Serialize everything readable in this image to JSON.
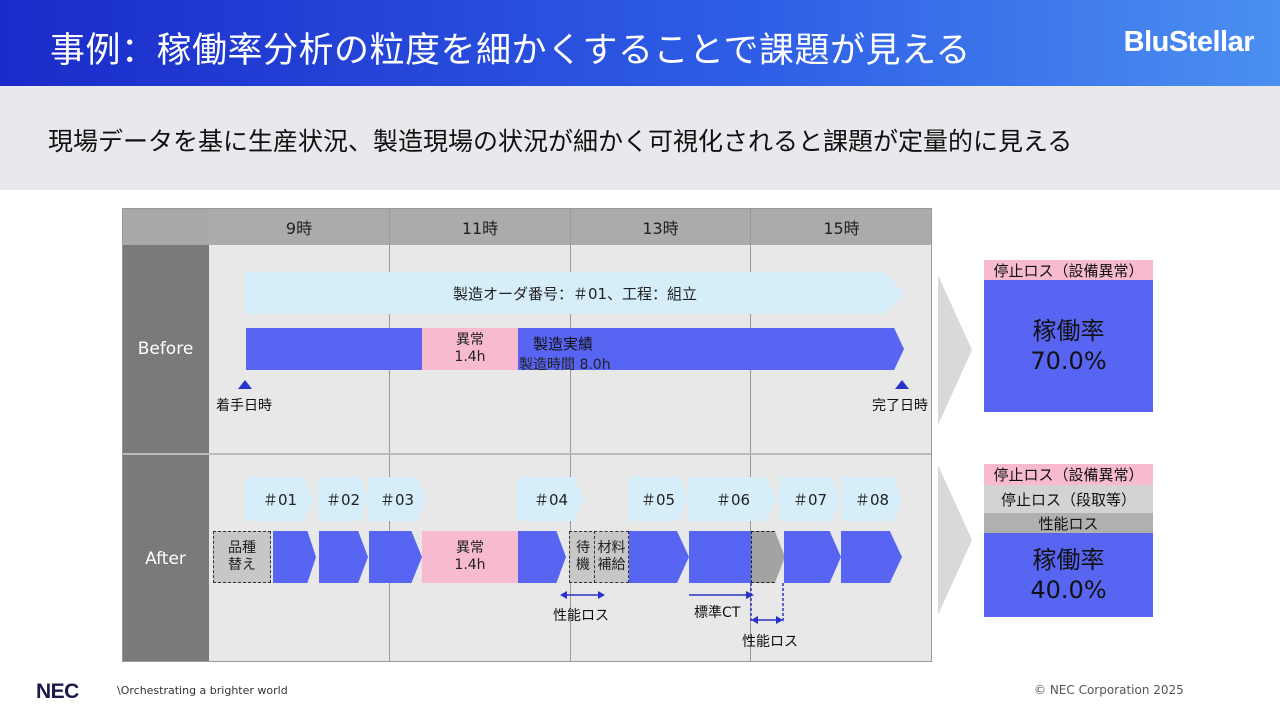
{
  "header": {
    "title": "事例：稼働率分析の粒度を細かくすることで課題が見える",
    "brand": "BluStellar"
  },
  "subtitle": "現場データを基に生産状況、製造現場の状況が細かく可視化されると課題が定量的に見える",
  "timeline": {
    "columns": [
      "9時",
      "11時",
      "13時",
      "15時"
    ],
    "before": {
      "row_label": "Before",
      "order_label": "製造オーダ番号：＃01、工程：組立",
      "abnormal": {
        "label": "異常",
        "hours": "1.4h"
      },
      "result_title": "製造実績",
      "result_time": "製造時間 8.0h",
      "start_label": "着手日時",
      "end_label": "完了日時"
    },
    "after": {
      "row_label": "After",
      "order_tags": [
        "＃01",
        "＃02",
        "＃03",
        "＃04",
        "＃05",
        "＃06",
        "＃07",
        "＃08"
      ],
      "changeover": "品種替え",
      "abnormal": {
        "label": "異常",
        "hours": "1.4h"
      },
      "wait": "待機",
      "material": "材料補給",
      "perf_loss_1": "性能ロス",
      "standard_ct": "標準CT",
      "perf_loss_2": "性能ロス"
    }
  },
  "results": {
    "before": {
      "stop_loss": "停止ロス（設備異常）",
      "rate_label": "稼働率",
      "rate_value": "70.0%"
    },
    "after": {
      "stop_loss": "停止ロス（設備異常）",
      "setup_loss": "停止ロス（段取等）",
      "perf_loss": "性能ロス",
      "rate_label": "稼働率",
      "rate_value": "40.0%"
    }
  },
  "footer": {
    "logo": "NEC",
    "tagline": "\\Orchestrating a brighter world",
    "copyright": "© NEC Corporation 2025"
  },
  "colors": {
    "header_start": "#1a2bc9",
    "header_end": "#4b8ff0",
    "bar_blue": "#5865f2",
    "order_light_blue": "#d6eefa",
    "abnormal_pink": "#f7bad0",
    "marker_navy": "#2a33c8"
  }
}
